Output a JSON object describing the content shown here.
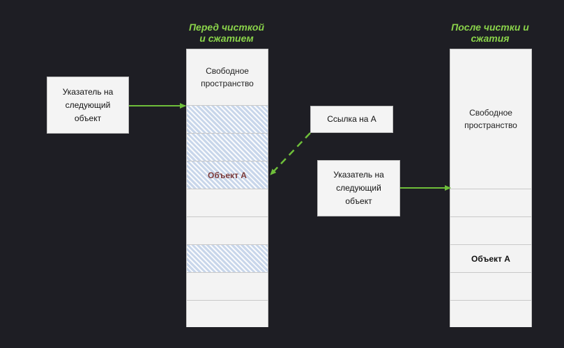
{
  "left_column": {
    "heading_line1": "Перед чисткой",
    "heading_line2": "и сжатием",
    "free_space": "Свободное пространство",
    "object_a": "Объект A"
  },
  "right_column": {
    "heading_line1": "После чистки и",
    "heading_line2": "сжатия",
    "free_space": "Свободное пространство",
    "object_a": "Объект A"
  },
  "boxes": {
    "pointer_left": "Указатель на следующий объект",
    "reference_a": "Ссылка на A",
    "pointer_right": "Указатель на следующий объект"
  },
  "colors": {
    "background": "#1e1e24",
    "heading": "#8ad34a",
    "arrow": "#6fbf3a",
    "hatch": "#c8d6ea"
  }
}
